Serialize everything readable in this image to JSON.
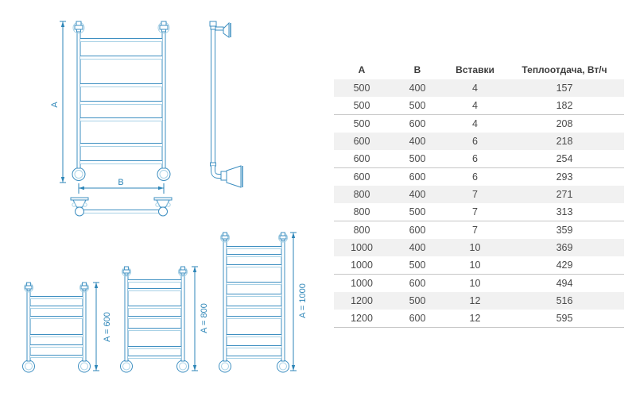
{
  "drawing": {
    "labels": {
      "dim_a": "A",
      "dim_b": "B",
      "variant_600": "A = 600",
      "variant_800": "A = 800",
      "variant_1000": "A = 1000"
    },
    "colors": {
      "line": "#3e8fc1",
      "line_light": "#a9d2e6",
      "accent_text": "#2e86b8"
    }
  },
  "table": {
    "columns": [
      "A",
      "B",
      "Вставки",
      "Теплоотдача, Вт/ч"
    ],
    "rows": [
      [
        "500",
        "400",
        "4",
        "157"
      ],
      [
        "500",
        "500",
        "4",
        "182"
      ],
      [
        "500",
        "600",
        "4",
        "208"
      ],
      [
        "600",
        "400",
        "6",
        "218"
      ],
      [
        "600",
        "500",
        "6",
        "254"
      ],
      [
        "600",
        "600",
        "6",
        "293"
      ],
      [
        "800",
        "400",
        "7",
        "271"
      ],
      [
        "800",
        "500",
        "7",
        "313"
      ],
      [
        "800",
        "600",
        "7",
        "359"
      ],
      [
        "1000",
        "400",
        "10",
        "369"
      ],
      [
        "1000",
        "500",
        "10",
        "429"
      ],
      [
        "1000",
        "600",
        "10",
        "494"
      ],
      [
        "1200",
        "500",
        "12",
        "516"
      ],
      [
        "1200",
        "600",
        "12",
        "595"
      ]
    ],
    "colors": {
      "stripe": "#f1f1f1",
      "border": "#c6c6c6",
      "header_text": "#3d3d3d",
      "cell_text": "#4a4a4a"
    }
  }
}
